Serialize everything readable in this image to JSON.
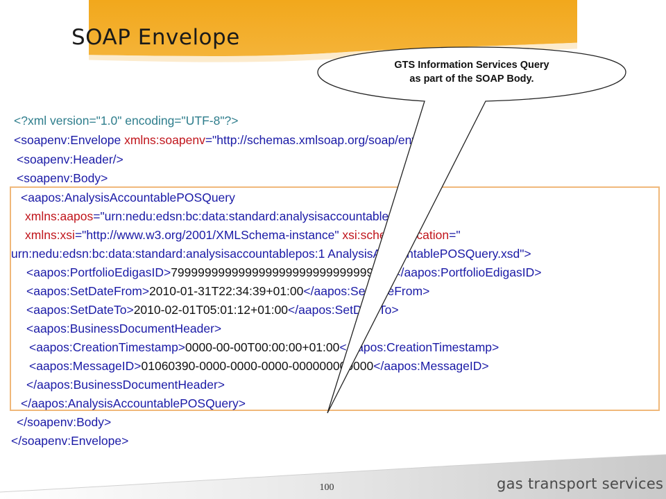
{
  "slide": {
    "title": "SOAP Envelope",
    "page_number": "100",
    "brand": "gas transport services"
  },
  "callout": {
    "line1": "GTS Information Services Query",
    "line2": "as part of the SOAP Body."
  },
  "colors": {
    "header_orange": "#f2a81c",
    "box_border": "#f0b87a",
    "tag_blue": "#1a1aa6",
    "attr_red": "#c0151c",
    "pi_teal": "#2e7d8c"
  },
  "xml": {
    "l01_decl": "<?xml version=\"1.0\" encoding=\"UTF-8\"?>",
    "l02_tag": "<soapenv:Envelope ",
    "l02_attr": "xmlns:soapenv",
    "l02_val": "=\"http://schemas.xmlsoap.org/soap/envelope/\">",
    "l03": "<soapenv:Header/>",
    "l04": "<soapenv:Body>",
    "l05": "<aapos:AnalysisAccountablePOSQuery",
    "l06_attr": "xmlns:aapos",
    "l06_val": "=\"urn:nedu:edsn:bc:data:standard:analysisaccountablepos:1\"",
    "l07_attr": "xmlns:xsi",
    "l07_val": "=\"http://www.w3.org/2001/XMLSchema-instance\" ",
    "l07_attr2": "xsi:schemaLocation",
    "l07_val2": "=\"",
    "l08": "urn:nedu:edsn:bc:data:standard:analysisaccountablepos:1 AnalysisAccountablePOSQuery.xsd\">",
    "l09_open": "<aapos:PortfolioEdigasID>",
    "l09_text": "799999999999999999999999999999999",
    "l09_close": "</aapos:PortfolioEdigasID>",
    "l10_open": "<aapos:SetDateFrom>",
    "l10_text": "2010-01-31T22:34:39+01:00",
    "l10_close": "</aapos:SetDateFrom>",
    "l11_open": "<aapos:SetDateTo>",
    "l11_text": "2010-02-01T05:01:12+01:00",
    "l11_close": "</aapos:SetDateTo>",
    "l12": "<aapos:BusinessDocumentHeader>",
    "l13_open": "<aapos:CreationTimestamp>",
    "l13_text": "0000-00-00T00:00:00+01:00",
    "l13_close": "</aapos:CreationTimestamp>",
    "l14_open": "<aapos:MessageID>",
    "l14_text": "01060390-0000-0000-0000-000000000000",
    "l14_close": "</aapos:MessageID>",
    "l15": "</aapos:BusinessDocumentHeader>",
    "l16": "</aapos:AnalysisAccountablePOSQuery>",
    "l17": "</soapenv:Body>",
    "l18": "</soapenv:Envelope>"
  }
}
